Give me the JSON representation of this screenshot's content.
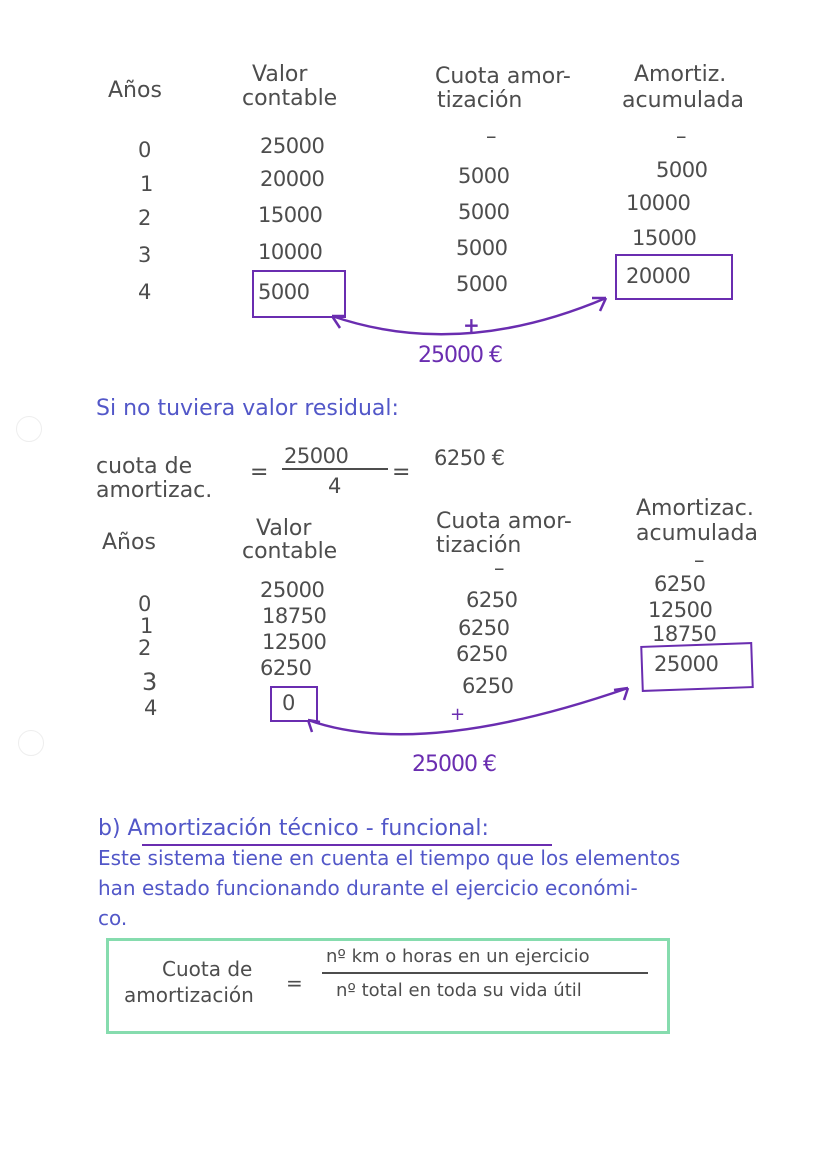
{
  "table1": {
    "headers": {
      "anos": "Años",
      "valor_l1": "Valor",
      "valor_l2": "contable",
      "cuota_l1": "Cuota amor-",
      "cuota_l2": "tización",
      "acum_l1": "Amortiz.",
      "acum_l2": "acumulada"
    },
    "rows": [
      {
        "ano": "0",
        "valor": "25000",
        "cuota": "–",
        "acum": "–"
      },
      {
        "ano": "1",
        "valor": "20000",
        "cuota": "5000",
        "acum": "5000"
      },
      {
        "ano": "2",
        "valor": "15000",
        "cuota": "5000",
        "acum": "10000"
      },
      {
        "ano": "3",
        "valor": "10000",
        "cuota": "5000",
        "acum": "15000"
      },
      {
        "ano": "4",
        "valor": "5000",
        "cuota": "5000",
        "acum": "20000"
      }
    ],
    "plus": "+",
    "total": "25000 €"
  },
  "residual_heading": "Si no tuviera valor residual:",
  "formula1": {
    "label_l1": "cuota de",
    "label_l2": "amortizac.",
    "eq1": "=",
    "numerator": "25000",
    "denominator": "4",
    "eq2": "=",
    "result": "6250 €"
  },
  "table2": {
    "headers": {
      "anos": "Años",
      "valor_l1": "Valor",
      "valor_l2": "contable",
      "cuota_l1": "Cuota amor-",
      "cuota_l2": "tización",
      "acum_l1": "Amortizac.",
      "acum_l2": "acumulada"
    },
    "rows": [
      {
        "ano": "0",
        "valor": "25000",
        "cuota": "–",
        "acum": "–"
      },
      {
        "ano": "1",
        "valor": "18750",
        "cuota": "6250",
        "acum": "6250"
      },
      {
        "ano": "2",
        "valor": "12500",
        "cuota": "6250",
        "acum": "12500"
      },
      {
        "ano": "3",
        "valor": "6250",
        "cuota": "6250",
        "acum": "18750"
      },
      {
        "ano": "4",
        "valor": "0",
        "cuota": "6250",
        "acum": "25000"
      }
    ],
    "plus": "+",
    "total": "25000 €"
  },
  "section_b": {
    "title": "b) Amortización técnico - funcional:",
    "line1": "Este sistema tiene en cuenta el tiempo que los elementos",
    "line2": "han estado funcionando durante el ejercicio económi-",
    "line3": "co."
  },
  "formula2": {
    "label_l1": "Cuota de",
    "label_l2": "amortización",
    "eq": "=",
    "numerator": "nº km o horas en un ejercicio",
    "denominator": "nº total en toda su vida útil"
  },
  "colors": {
    "pencil": "#4d4d4d",
    "purple_ink": "#6a2db0",
    "blue_ink": "#5257c8",
    "green_box": "#86dcae"
  }
}
